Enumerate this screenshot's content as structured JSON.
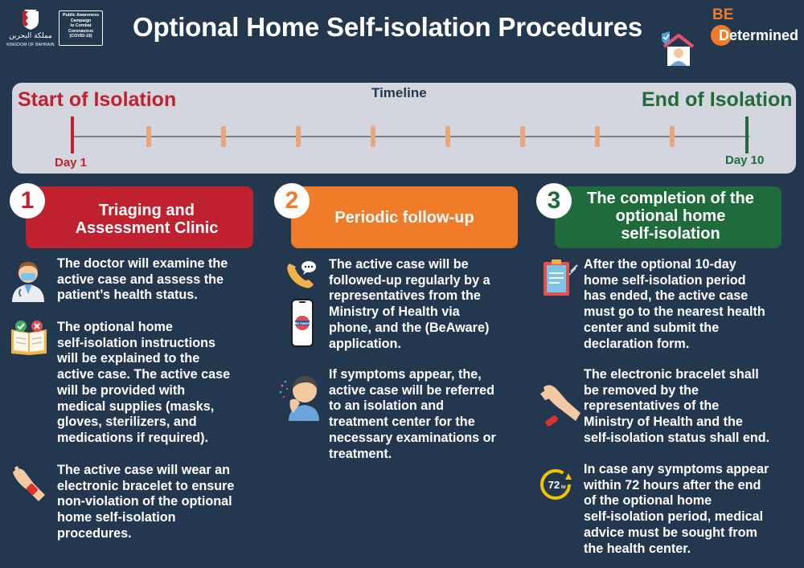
{
  "header": {
    "arabic_name": "مملكة البحرين",
    "kingdom": "KINGDOM OF BAHRAIN",
    "campaign_lines": [
      "Public Awareness",
      "Campaign",
      "to Combat",
      "Coronavirus",
      "(COVID-19)"
    ],
    "title": "Optional Home Self-isolation Procedures",
    "be": "BE",
    "determined": "Determined"
  },
  "timeline": {
    "label": "Timeline",
    "start": "Start of Isolation",
    "end": "End of Isolation",
    "day_start": "Day 1",
    "day_end": "Day 10"
  },
  "sections": [
    {
      "number": "1",
      "title_lines": [
        "Triaging and",
        "Assessment Clinic"
      ],
      "items": [
        {
          "icon": "doctor-icon",
          "text": "The doctor will examine the\nactive case and assess the\npatient’s health status."
        },
        {
          "icon": "instructions-book-icon",
          "text": "The optional home\nself-isolation instructions\nwill be explained to the\nactive case. The active case\nwill be provided with\nmedical supplies (masks,\ngloves, sterilizers, and\nmedications if required)."
        },
        {
          "icon": "bracelet-wrist-icon",
          "text": "The active case will wear an\nelectronic bracelet to ensure\nnon-violation of the optional\nhome self-isolation\nprocedures."
        }
      ]
    },
    {
      "number": "2",
      "title_lines": [
        "Periodic follow-up"
      ],
      "items": [
        {
          "icon": "phone-call-icon",
          "text": "The active case will be\nfollowed-up regularly by a\nrepresentatives from the\nMinistry of Health via\nphone, and the (BeAware)\napplication."
        },
        {
          "icon": "sneezing-person-icon",
          "text": "If symptoms appear, the,\nactive case will be referred\nto an isolation and\ntreatment center for the\nnecessary examinations or\ntreatment."
        }
      ]
    },
    {
      "number": "3",
      "title_lines": [
        "The completion of the",
        "optional home",
        "self-isolation"
      ],
      "items": [
        {
          "icon": "declaration-form-icon",
          "text": "After the optional 10-day\nhome self-isolation period\nhas ended, the active case\nmust go to the nearest health\ncenter and submit the\ndeclaration form."
        },
        {
          "icon": "bracelet-removal-icon",
          "text": "The electronic bracelet shall\nbe removed by the\nrepresentatives of the\nMinistry of Health and the\nself-isolation status shall end."
        },
        {
          "icon": "72-hours-icon",
          "text": "In case any symptoms appear\nwithin 72 hours after the end\nof the optional home\nself-isolation period, medical\nadvice must be sought from\nthe health center."
        }
      ]
    }
  ],
  "icon_labels": {
    "hours": "72",
    "hr": "hr",
    "app": "Be Aware"
  },
  "colors": {
    "background": "#23384f",
    "red": "#c0212f",
    "orange": "#f07c2a",
    "green": "#1f6b3c",
    "timeline_panel": "#d3d6df"
  }
}
